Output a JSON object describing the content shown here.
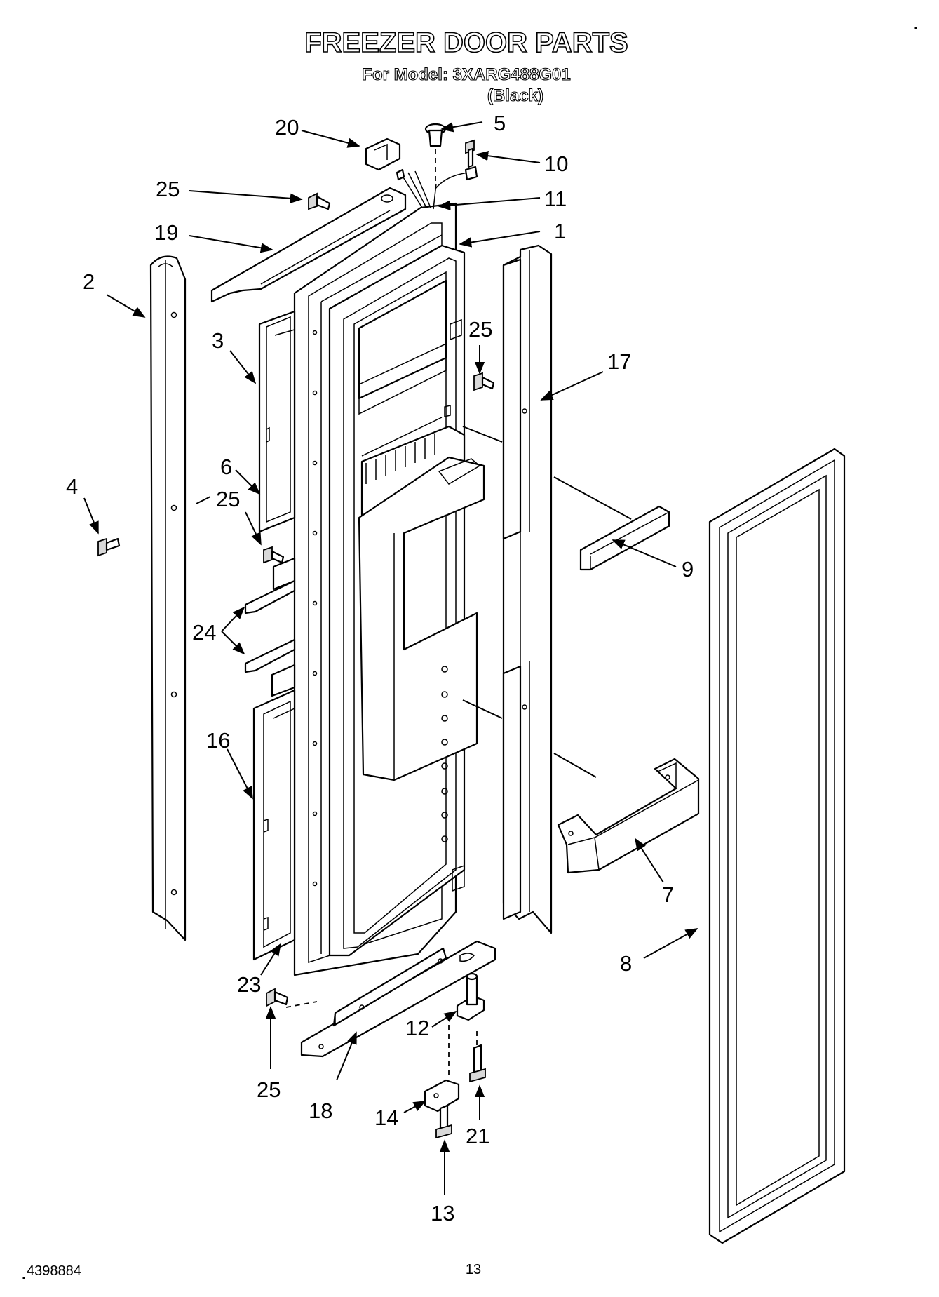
{
  "header": {
    "title": "FREEZER DOOR PARTS",
    "model_line": "For Model: 3XARG488G01",
    "color_line": "(Black)"
  },
  "footer": {
    "doc_number": "4398884",
    "page_number": "13"
  },
  "callouts": {
    "c1": "1",
    "c2": "2",
    "c3": "3",
    "c4": "4",
    "c5": "5",
    "c6": "6",
    "c7": "7",
    "c8": "8",
    "c9": "9",
    "c10": "10",
    "c11": "11",
    "c12": "12",
    "c13": "13",
    "c14": "14",
    "c16": "16",
    "c17": "17",
    "c18": "18",
    "c19": "19",
    "c20": "20",
    "c21": "21",
    "c23": "23",
    "c24": "24",
    "c25a": "25",
    "c25b": "25",
    "c25c": "25",
    "c25d": "25"
  }
}
